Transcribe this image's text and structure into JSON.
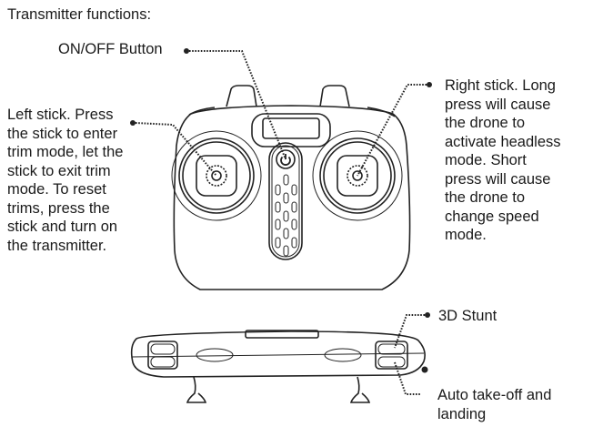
{
  "title": "Transmitter functions:",
  "labels": {
    "on_off": "ON/OFF Button",
    "left_stick": "Left stick. Press\nthe stick to enter\ntrim mode, let the\nstick to exit trim\nmode. To reset\ntrims, press the\nstick and turn on\nthe transmitter.",
    "right_stick": "Right stick. Long\npress will cause\nthe drone to\nactivate headless\nmode. Short\npress will cause\nthe drone to\nchange speed\nmode.",
    "stunt": "3D Stunt",
    "auto": "Auto take-off and\nlanding"
  },
  "icons": {
    "power": "power-icon"
  }
}
